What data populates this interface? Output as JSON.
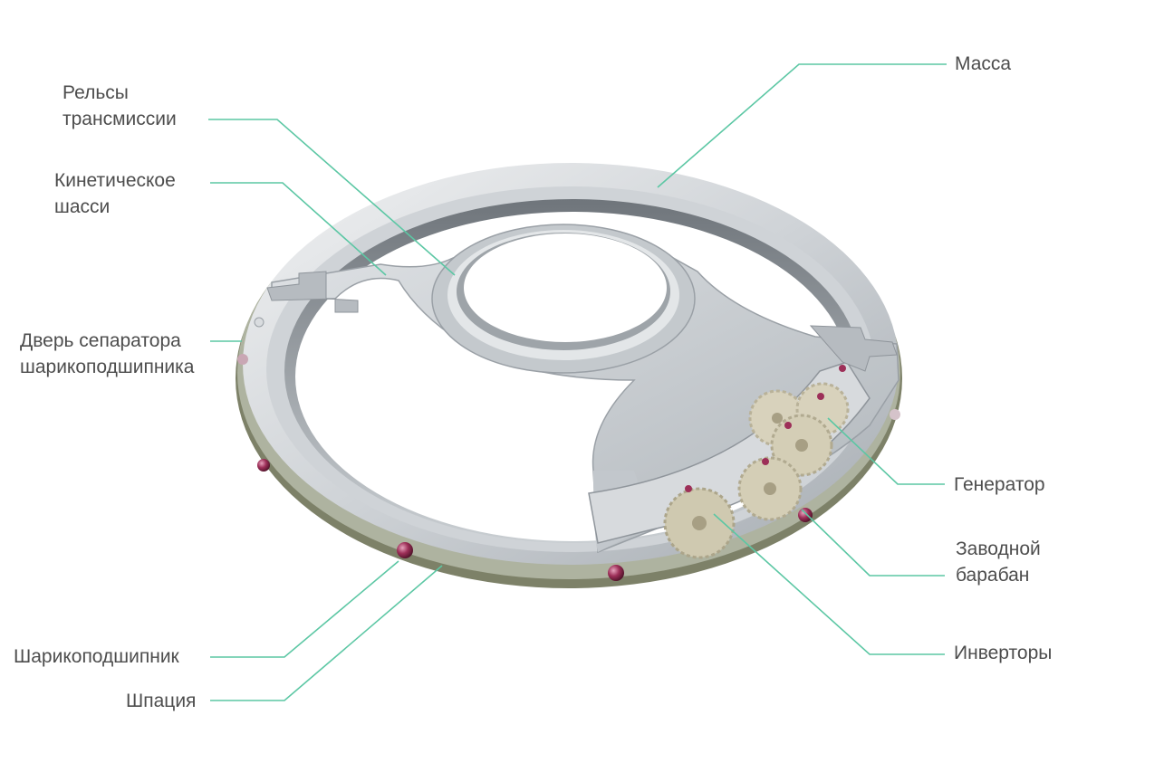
{
  "diagram": {
    "labels": {
      "mass": "Масса",
      "rails_line1": "Рельсы",
      "rails_line2": "трансмиссии",
      "chassis_line1": "Кинетическое",
      "chassis_line2": "шасси",
      "door_line1": "Дверь сепаратора",
      "door_line2": "шарикоподшипника",
      "generator": "Генератор",
      "barrel_line1": "Заводной",
      "barrel_line2": "барабан",
      "inverters": "Инверторы",
      "bearing": "Шарикоподшипник",
      "spacing": "Шпация"
    },
    "colors": {
      "leader_line": "#5cc7a4",
      "label_text": "#4d4d4d",
      "metal_light": "#e8eaec",
      "metal_mid": "#c5c9cd",
      "metal_dark": "#8e949a",
      "gear": "#d9d4bf",
      "ruby": "#8e2a4d"
    }
  }
}
